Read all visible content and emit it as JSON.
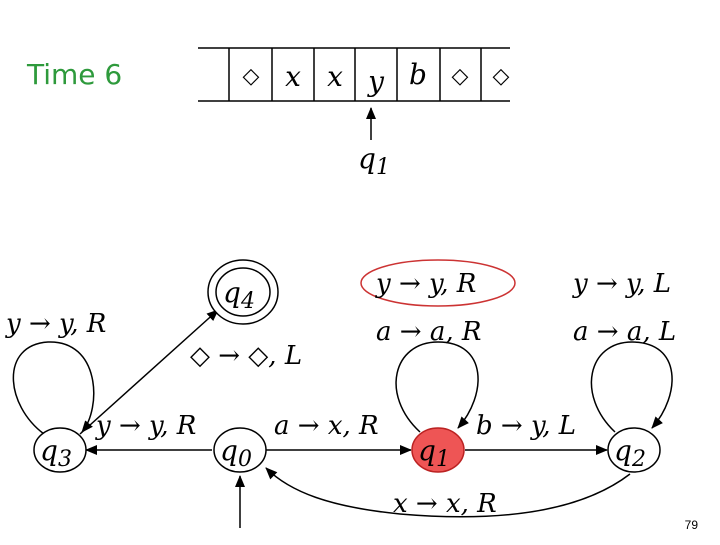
{
  "slide": {
    "title": "Time 6",
    "page_number": "79"
  },
  "tape": {
    "cells": [
      "◇",
      "x",
      "x",
      "y",
      "b",
      "◇",
      "◇"
    ],
    "head_state": "q",
    "head_state_sub": "1"
  },
  "states": {
    "q0": {
      "label": "q",
      "sub": "0"
    },
    "q1": {
      "label": "q",
      "sub": "1",
      "highlight_color": "#ee5555"
    },
    "q2": {
      "label": "q",
      "sub": "2"
    },
    "q3": {
      "label": "q",
      "sub": "3"
    },
    "q4": {
      "label": "q",
      "sub": "4",
      "accepting": true
    }
  },
  "transitions": {
    "q3_loop": "y → y, R",
    "q0_to_q3": "y → y, R",
    "q3_to_q4": "◇ → ◇, L",
    "q0_to_q1": "a → x, R",
    "q1_loop_1": "y → y, R",
    "q1_loop_2": "a → a, R",
    "q1_to_q2": "b → y, L",
    "q2_loop_1": "y → y, L",
    "q2_loop_2": "a → a, L",
    "q2_to_q0": "x → x, R"
  },
  "highlight": {
    "target": "q1_loop_1",
    "color": "#cc3333"
  }
}
